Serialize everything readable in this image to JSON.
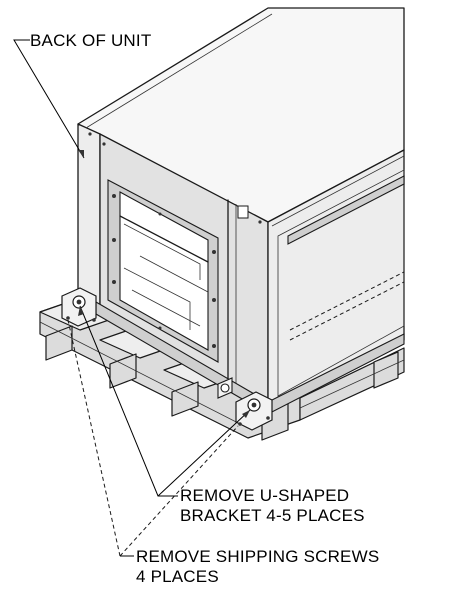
{
  "callouts": {
    "back_of_unit": "BACK OF UNIT",
    "u_bracket_line1": "REMOVE U-SHAPED",
    "u_bracket_line2": "BRACKET 4-5 PLACES",
    "shipping_screws_line1": "REMOVE SHIPPING SCREWS",
    "shipping_screws_line2": "4 PLACES"
  }
}
